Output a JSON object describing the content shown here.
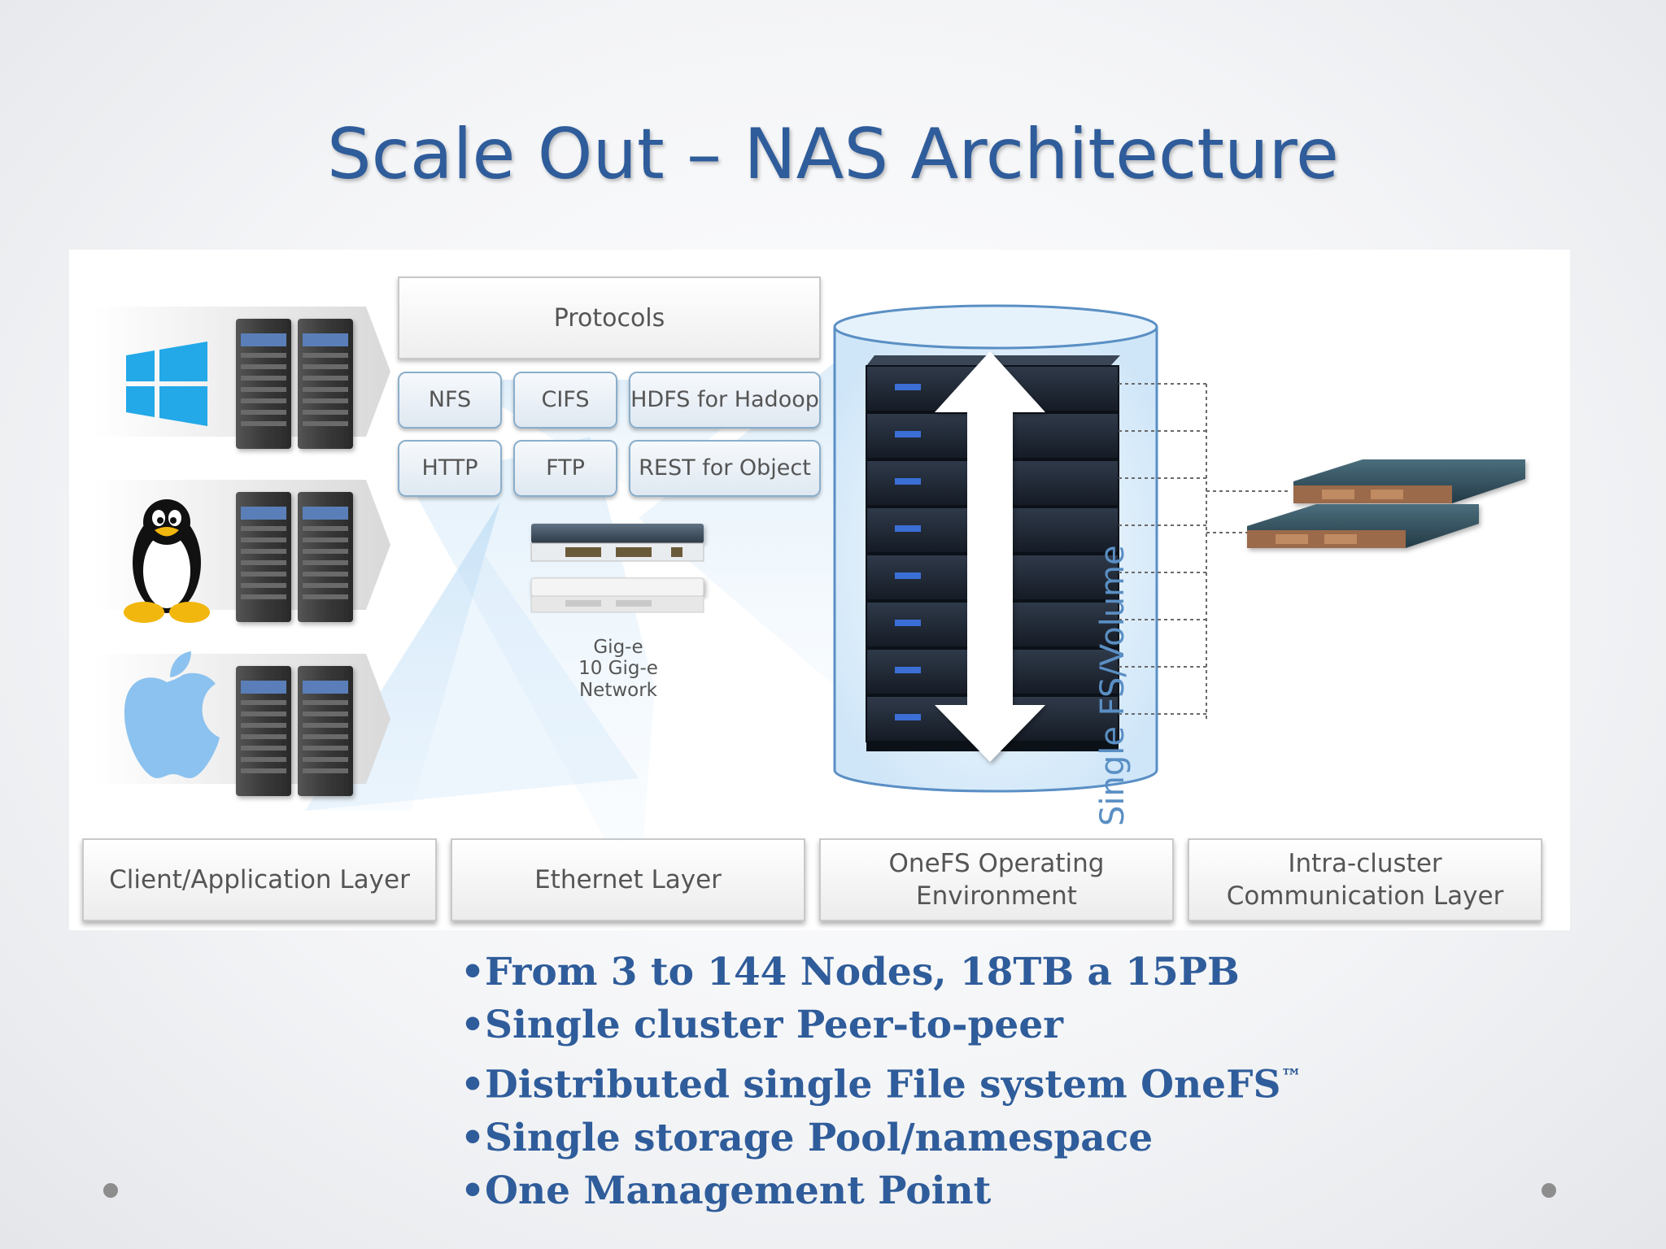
{
  "title": "Scale Out – NAS Architecture",
  "protocols": {
    "header": "Protocols",
    "items": [
      "NFS",
      "CIFS",
      "HDFS for Hadoop",
      "HTTP",
      "FTP",
      "REST for Object"
    ]
  },
  "network_label": [
    "Gig-e",
    "10 Gig-e",
    "Network"
  ],
  "volume_label": "Single FS/Volume",
  "clients": [
    "windows-logo-icon",
    "linux-tux-icon",
    "apple-logo-icon"
  ],
  "layers": [
    "Client/Application Layer",
    "Ethernet Layer",
    "OneFS Operating Environment",
    "Intra-cluster Communication Layer"
  ],
  "bullets": [
    "•From 3 to 144 Nodes, 18TB a 15PB",
    "•Single cluster Peer-to-peer",
    "•Distributed single File system OneFS",
    "•Single storage Pool/namespace",
    "•One Management Point"
  ],
  "trademark": "™",
  "colors": {
    "title": "#2f5c9a",
    "accent_blue": "#5a8fc4",
    "cylinder": "#d8ecfa",
    "chip_border": "#8aaecb"
  }
}
